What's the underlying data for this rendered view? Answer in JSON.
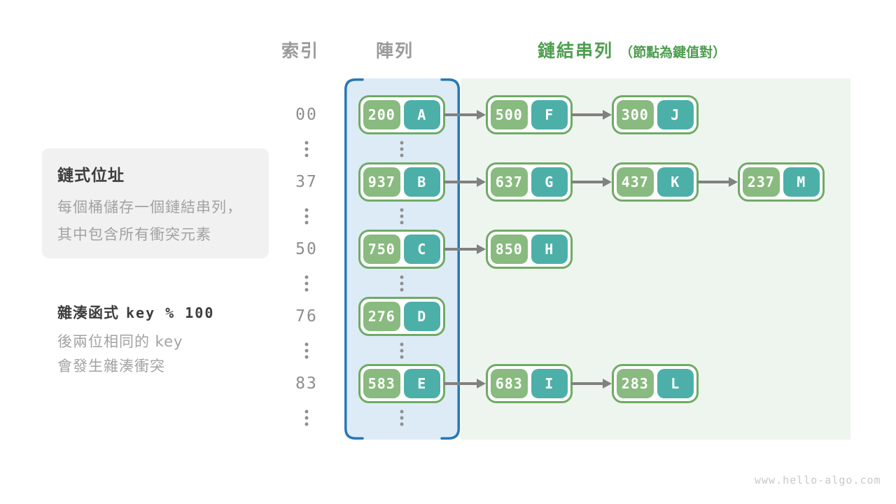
{
  "headers": {
    "index": "索引",
    "array": "陣列",
    "linked_list": "鏈結串列",
    "linked_list_note": "（節點為鍵值對）"
  },
  "notes": {
    "chaining": {
      "title": "鏈式位址",
      "lines": [
        "每個桶儲存一個鏈結串列，",
        "其中包含所有衝突元素"
      ]
    },
    "hash": {
      "title": "雜湊函式",
      "code": "key % 100",
      "lines": [
        "後兩位相同的 key",
        "會發生雜湊衝突"
      ]
    }
  },
  "hash_table": {
    "rows": [
      {
        "index": "00",
        "nodes": [
          {
            "key": "200",
            "value": "A"
          },
          {
            "key": "500",
            "value": "F"
          },
          {
            "key": "300",
            "value": "J"
          }
        ]
      },
      {
        "index": "37",
        "nodes": [
          {
            "key": "937",
            "value": "B"
          },
          {
            "key": "637",
            "value": "G"
          },
          {
            "key": "437",
            "value": "K"
          },
          {
            "key": "237",
            "value": "M"
          }
        ]
      },
      {
        "index": "50",
        "nodes": [
          {
            "key": "750",
            "value": "C"
          },
          {
            "key": "850",
            "value": "H"
          }
        ]
      },
      {
        "index": "76",
        "nodes": [
          {
            "key": "276",
            "value": "D"
          }
        ]
      },
      {
        "index": "83",
        "nodes": [
          {
            "key": "583",
            "value": "E"
          },
          {
            "key": "683",
            "value": "I"
          },
          {
            "key": "283",
            "value": "L"
          }
        ]
      }
    ]
  },
  "watermark": "www.hello-algo.com",
  "colors": {
    "key_cell": "#89ba7f",
    "value_cell": "#4cb0a9",
    "node_border": "#6fab66",
    "array_panel_fill": "#ddebf6",
    "array_panel_border": "#2878b5",
    "chain_panel_fill": "#eef5ee",
    "header_green": "#4e9e50",
    "header_gray": "#9b9b9b",
    "arrow_gray": "#818181"
  }
}
